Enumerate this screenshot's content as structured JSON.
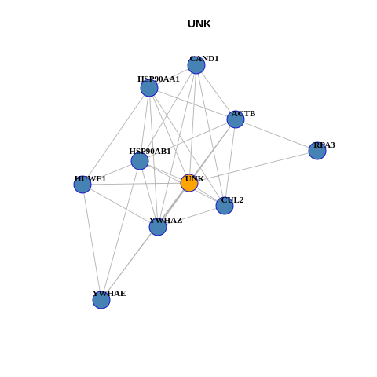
{
  "title": "UNK",
  "colors": {
    "default_node": "#4682b4",
    "highlight_node": "#ffa500",
    "node_border": "#1a1acc",
    "edge": "#b3b3b3"
  },
  "nodes": [
    {
      "id": "CAND1",
      "label": "CAND1",
      "highlight": false
    },
    {
      "id": "HSP90AA1",
      "label": "HSP90AA1",
      "highlight": false
    },
    {
      "id": "ACTB",
      "label": "ACTB",
      "highlight": false
    },
    {
      "id": "RPA3",
      "label": "RPA3",
      "highlight": false
    },
    {
      "id": "HSP90AB1",
      "label": "HSP90AB1",
      "highlight": false
    },
    {
      "id": "HUWE1",
      "label": "HUWE1",
      "highlight": false
    },
    {
      "id": "UNK",
      "label": "UNK",
      "highlight": true
    },
    {
      "id": "CUL2",
      "label": "CUL2",
      "highlight": false
    },
    {
      "id": "YWHAZ",
      "label": "YWHAZ",
      "highlight": false
    },
    {
      "id": "YWHAE",
      "label": "YWHAE",
      "highlight": false
    }
  ],
  "edges": [
    [
      "CAND1",
      "HSP90AA1"
    ],
    [
      "CAND1",
      "ACTB"
    ],
    [
      "CAND1",
      "HSP90AB1"
    ],
    [
      "CAND1",
      "UNK"
    ],
    [
      "CAND1",
      "CUL2"
    ],
    [
      "CAND1",
      "YWHAZ"
    ],
    [
      "HSP90AA1",
      "ACTB"
    ],
    [
      "HSP90AA1",
      "HSP90AB1"
    ],
    [
      "HSP90AA1",
      "HUWE1"
    ],
    [
      "HSP90AA1",
      "UNK"
    ],
    [
      "HSP90AA1",
      "CUL2"
    ],
    [
      "HSP90AA1",
      "YWHAZ"
    ],
    [
      "ACTB",
      "RPA3"
    ],
    [
      "ACTB",
      "HSP90AB1"
    ],
    [
      "ACTB",
      "UNK"
    ],
    [
      "ACTB",
      "CUL2"
    ],
    [
      "ACTB",
      "YWHAZ"
    ],
    [
      "ACTB",
      "YWHAE"
    ],
    [
      "RPA3",
      "UNK"
    ],
    [
      "HSP90AB1",
      "HUWE1"
    ],
    [
      "HSP90AB1",
      "UNK"
    ],
    [
      "HSP90AB1",
      "CUL2"
    ],
    [
      "HSP90AB1",
      "YWHAZ"
    ],
    [
      "HSP90AB1",
      "YWHAE"
    ],
    [
      "HUWE1",
      "UNK"
    ],
    [
      "HUWE1",
      "YWHAZ"
    ],
    [
      "HUWE1",
      "YWHAE"
    ],
    [
      "UNK",
      "CUL2"
    ],
    [
      "UNK",
      "YWHAZ"
    ],
    [
      "UNK",
      "YWHAE"
    ],
    [
      "CUL2",
      "YWHAZ"
    ]
  ]
}
